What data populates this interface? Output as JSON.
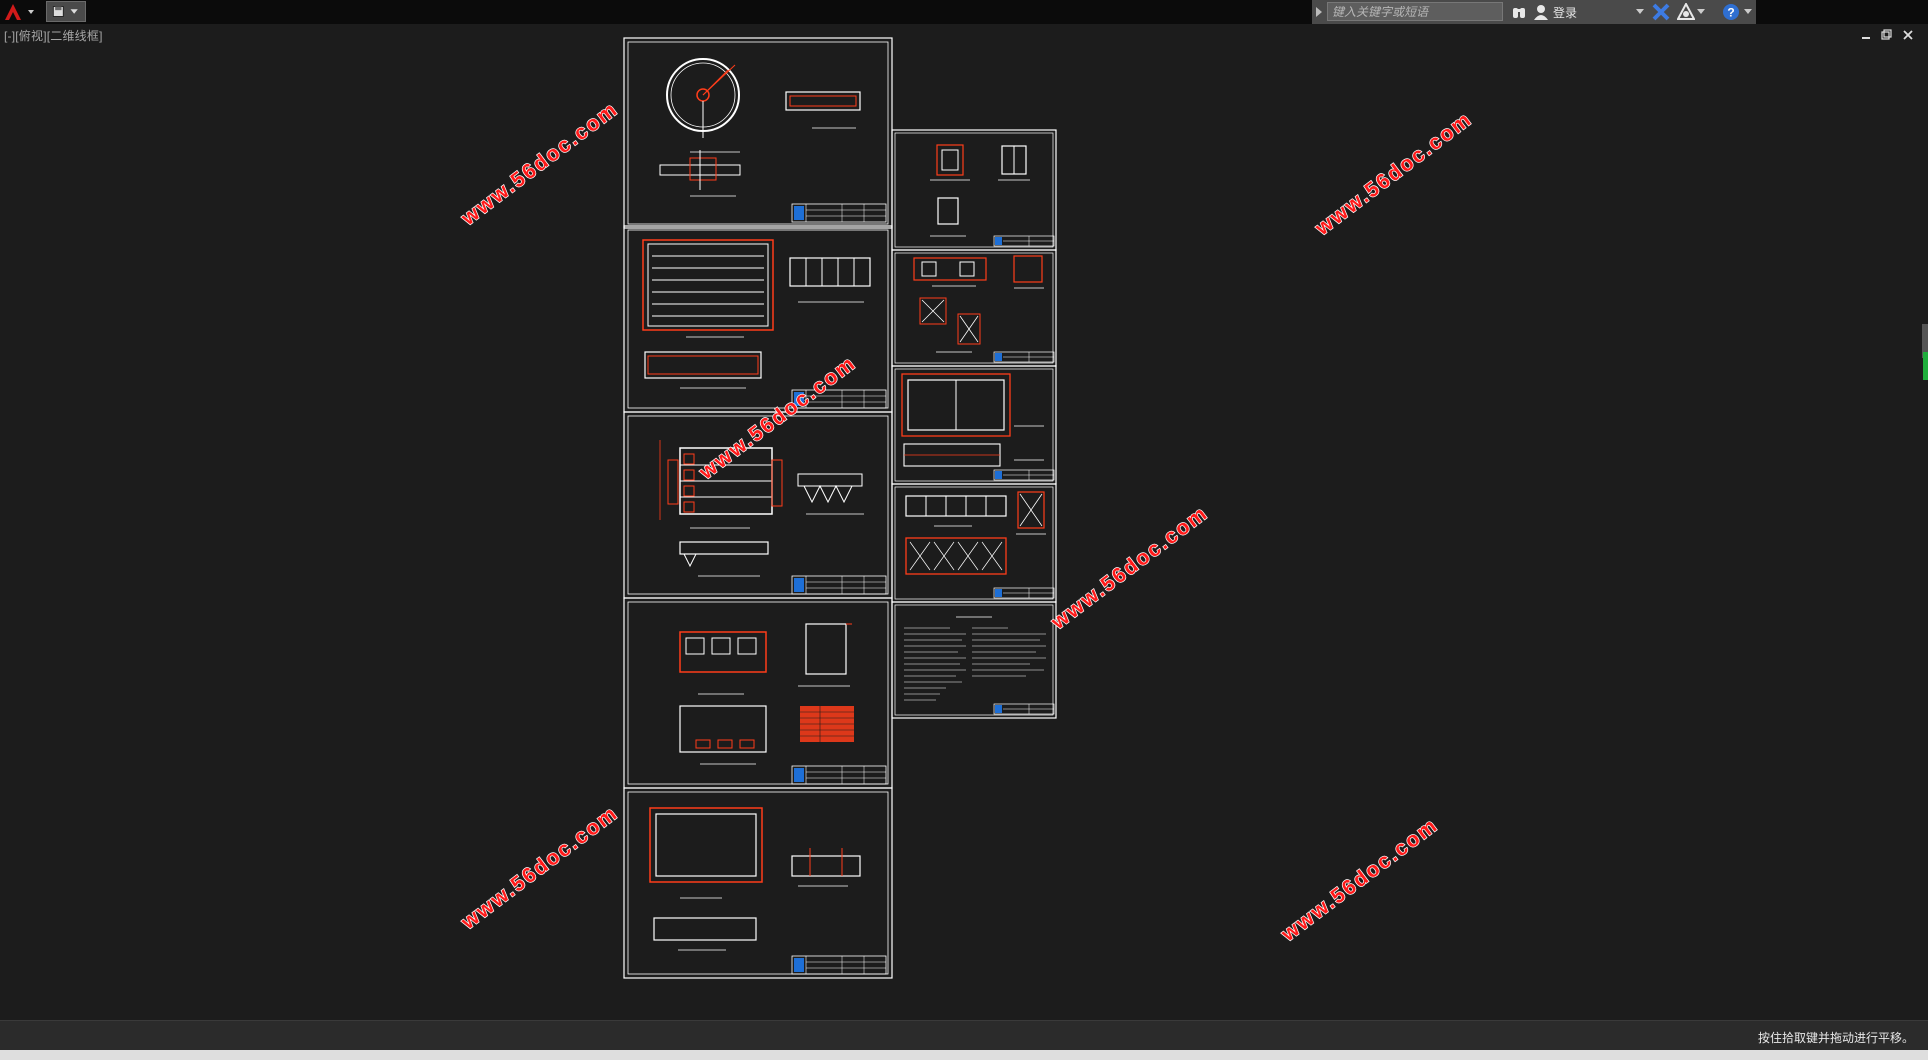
{
  "titlebar": {
    "search_placeholder": "键入关键字或短语",
    "login_label": "登录"
  },
  "viewport": {
    "label": "[-][俯视][二维线框]"
  },
  "watermarks": [
    "www.56doc.com",
    "www.56doc.com",
    "www.56doc.com",
    "www.56doc.com",
    "www.56doc.com",
    "www.56doc.com"
  ],
  "status": {
    "message": "按住拾取键并拖动进行平移。"
  },
  "colors": {
    "background": "#1c1c1c",
    "drawing_line": "#ffffff",
    "dimension": "#ff3d1a",
    "watermark": "#ff1a1a",
    "accent": "#1e6fd6"
  }
}
